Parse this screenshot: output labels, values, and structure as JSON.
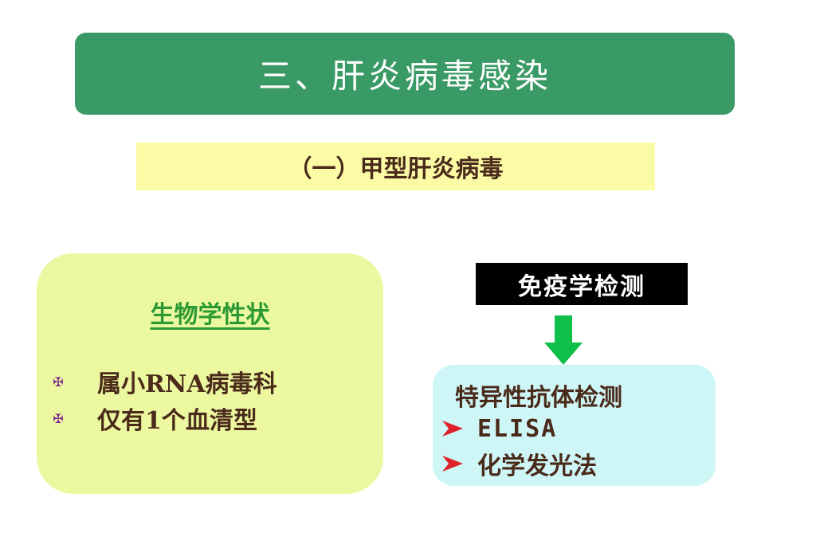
{
  "slide": {
    "title": "三、肝炎病毒感染",
    "subtitle": "（一）甲型肝炎病毒"
  },
  "biology": {
    "heading": "生物学性状",
    "bullet_icon": "flower-bullet-icon",
    "items": [
      {
        "text": "属小RNA病毒科"
      },
      {
        "text": "仅有1个血清型"
      }
    ]
  },
  "immunology": {
    "header": "免疫学检测",
    "arrow_color": "#0fbf4a",
    "card_heading": "特异性抗体检测",
    "bullet_icon": "arrowhead-bullet-icon",
    "items": [
      {
        "text": "ELISA"
      },
      {
        "text": "化学发光法"
      }
    ]
  },
  "colors": {
    "title_bg": "#3a9a66",
    "subtitle_bg": "#fbfba6",
    "bio_card_bg": "#ecf8a0",
    "detect_card_bg": "#cff6f6",
    "heading_green": "#2c9a34",
    "text_brown": "#4a2a1a",
    "bullet_red": "#e0202a"
  }
}
